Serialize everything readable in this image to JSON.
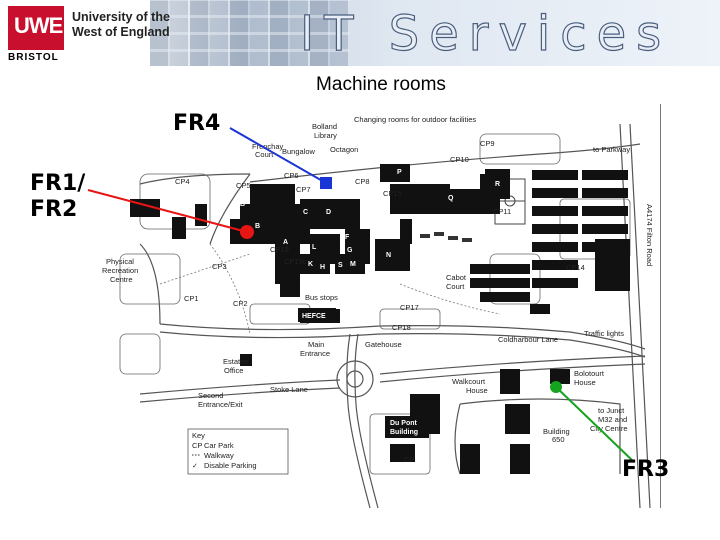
{
  "header": {
    "logo": "UWE",
    "logo_sub": "BRISTOL",
    "university_name": "University of the West of England",
    "department": "IT Services"
  },
  "slide_title": "Machine rooms",
  "callouts": [
    {
      "id": "fr4",
      "label": "FR4",
      "color": "#1a35d6"
    },
    {
      "id": "fr1fr2",
      "label_line1": "FR1/",
      "label_line2": "FR2",
      "color": "#e81515"
    },
    {
      "id": "fr3",
      "label": "FR3",
      "color": "#16a31e"
    }
  ],
  "map": {
    "labels": {
      "changing_rooms": "Changing rooms for outdoor facilities",
      "bolland": "Bolland",
      "library": "Library",
      "frenchay_court": "Frenchay",
      "court": "Court",
      "bungalow": "Bungalow",
      "octagon": "Octagon",
      "to_parkway": "to Parkway",
      "physical_recreation_1": "Physical",
      "physical_recreation_2": "Recreation",
      "physical_recreation_3": "Centre",
      "hefce": "HEFCE",
      "bus_stops": "Bus stops",
      "main_entrance_1": "Main",
      "main_entrance_2": "Entrance",
      "gatehouse": "Gatehouse",
      "coldharbour_lane": "Coldharbour Lane",
      "traffic_lights": "Traffic lights",
      "estates_office_1": "Estates",
      "estates_office_2": "Office",
      "second_entrance_1": "Second",
      "second_entrance_2": "Entrance/Exit",
      "stoke_lane": "Stoke Lane",
      "walkcourt_1": "Walkcourt",
      "walkcourt_2": "House",
      "bolotourt_1": "Bolotourt",
      "bolotourt_2": "House",
      "dupont_1": "Du Pont",
      "dupont_2": "Building",
      "building650_1": "Building",
      "building650_2": "650",
      "to_junction_1": "to Junct",
      "to_junction_2": "M32 and",
      "to_junction_3": "City Centre",
      "a4174": "A4174 Filton Road",
      "cabot_court_1": "Cabot",
      "cabot_court_2": "Court",
      "key_title": "Key",
      "key_cp_code": "CP",
      "key_cp": "Car Park",
      "key_walkway": "Walkway",
      "key_disabled": "Disable Parking",
      "cp10": "CP10",
      "cp9": "CP9",
      "cp11": "CP11",
      "cp14": "CP14",
      "cp4": "CP4",
      "cp5": "CP5",
      "cp6": "CP6",
      "cp7": "CP7",
      "cp8": "CP8",
      "cp15": "CP15",
      "cp3": "CP3",
      "cp1": "CP1",
      "cp2": "CP2",
      "cp18": "CP18",
      "cp17": "CP17",
      "cp_bottom": "CP",
      "cp19": "CP19",
      "cp19c": "CP19c",
      "blk_p": "P",
      "blk_r": "R",
      "blk_q": "Q",
      "blk_b": "B",
      "blk_c": "C",
      "blk_d": "D",
      "blk_e": "E",
      "blk_b2": "B",
      "blk_a": "A",
      "blk_l": "L",
      "blk_f": "F",
      "blk_g": "G",
      "blk_k": "K",
      "blk_h": "H",
      "blk_s": "S",
      "blk_m": "M",
      "blk_n": "N",
      "blk_j": "J"
    }
  }
}
